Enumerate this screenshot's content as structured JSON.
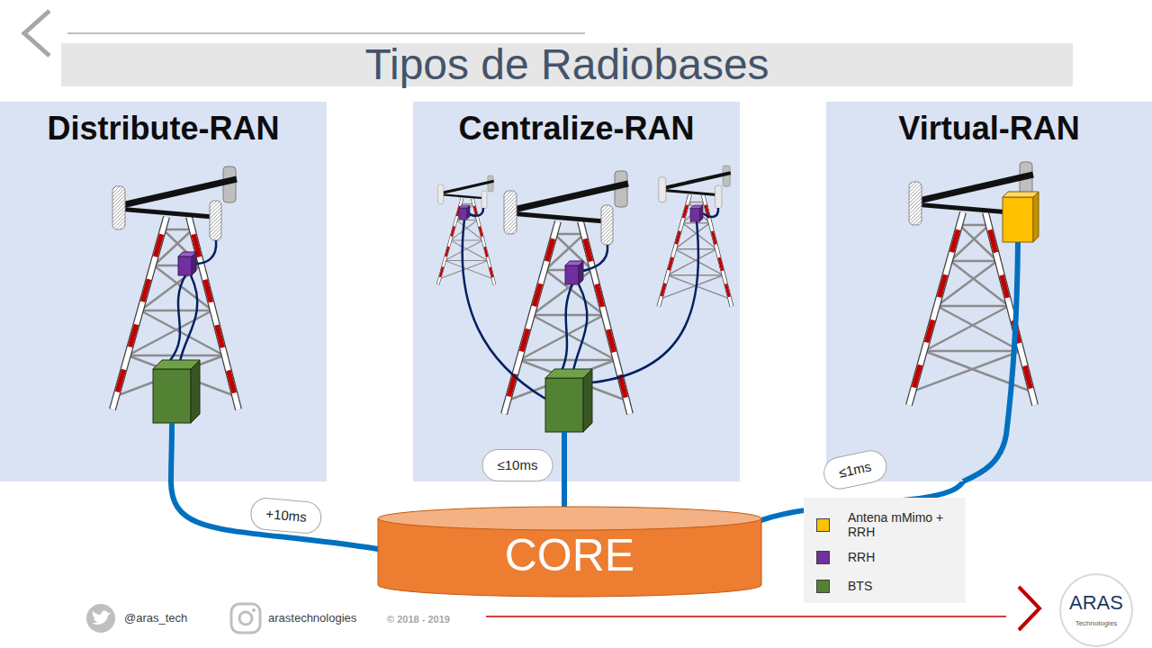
{
  "diagram": {
    "title": "Tipos de Radiobases",
    "nodes": [
      {
        "text": [
          "Distribute-RAN"
        ]
      },
      {
        "text": [
          "Centralize-RAN"
        ]
      },
      {
        "text": [
          "Virtual-RAN"
        ]
      },
      {
        "text": [
          "CORE"
        ]
      }
    ],
    "edges": [
      {
        "from": 0,
        "to": 3,
        "arrow": "none",
        "label": "+10ms"
      },
      {
        "from": 1,
        "to": 3,
        "arrow": "none",
        "label": "≤10ms"
      },
      {
        "from": 2,
        "to": 3,
        "arrow": "none",
        "label": "≤1ms"
      }
    ],
    "labels": [
      "@aras_tech",
      "arastechnologies",
      "© 2018 - 2019",
      "ARAS",
      "Technologies"
    ],
    "legend": [
      {
        "text": "Antena mMimo + RRH",
        "color": "#FFC000"
      },
      {
        "text": "RRH",
        "color": "#7030A0"
      },
      {
        "text": "BTS",
        "color": "#548235"
      }
    ]
  }
}
